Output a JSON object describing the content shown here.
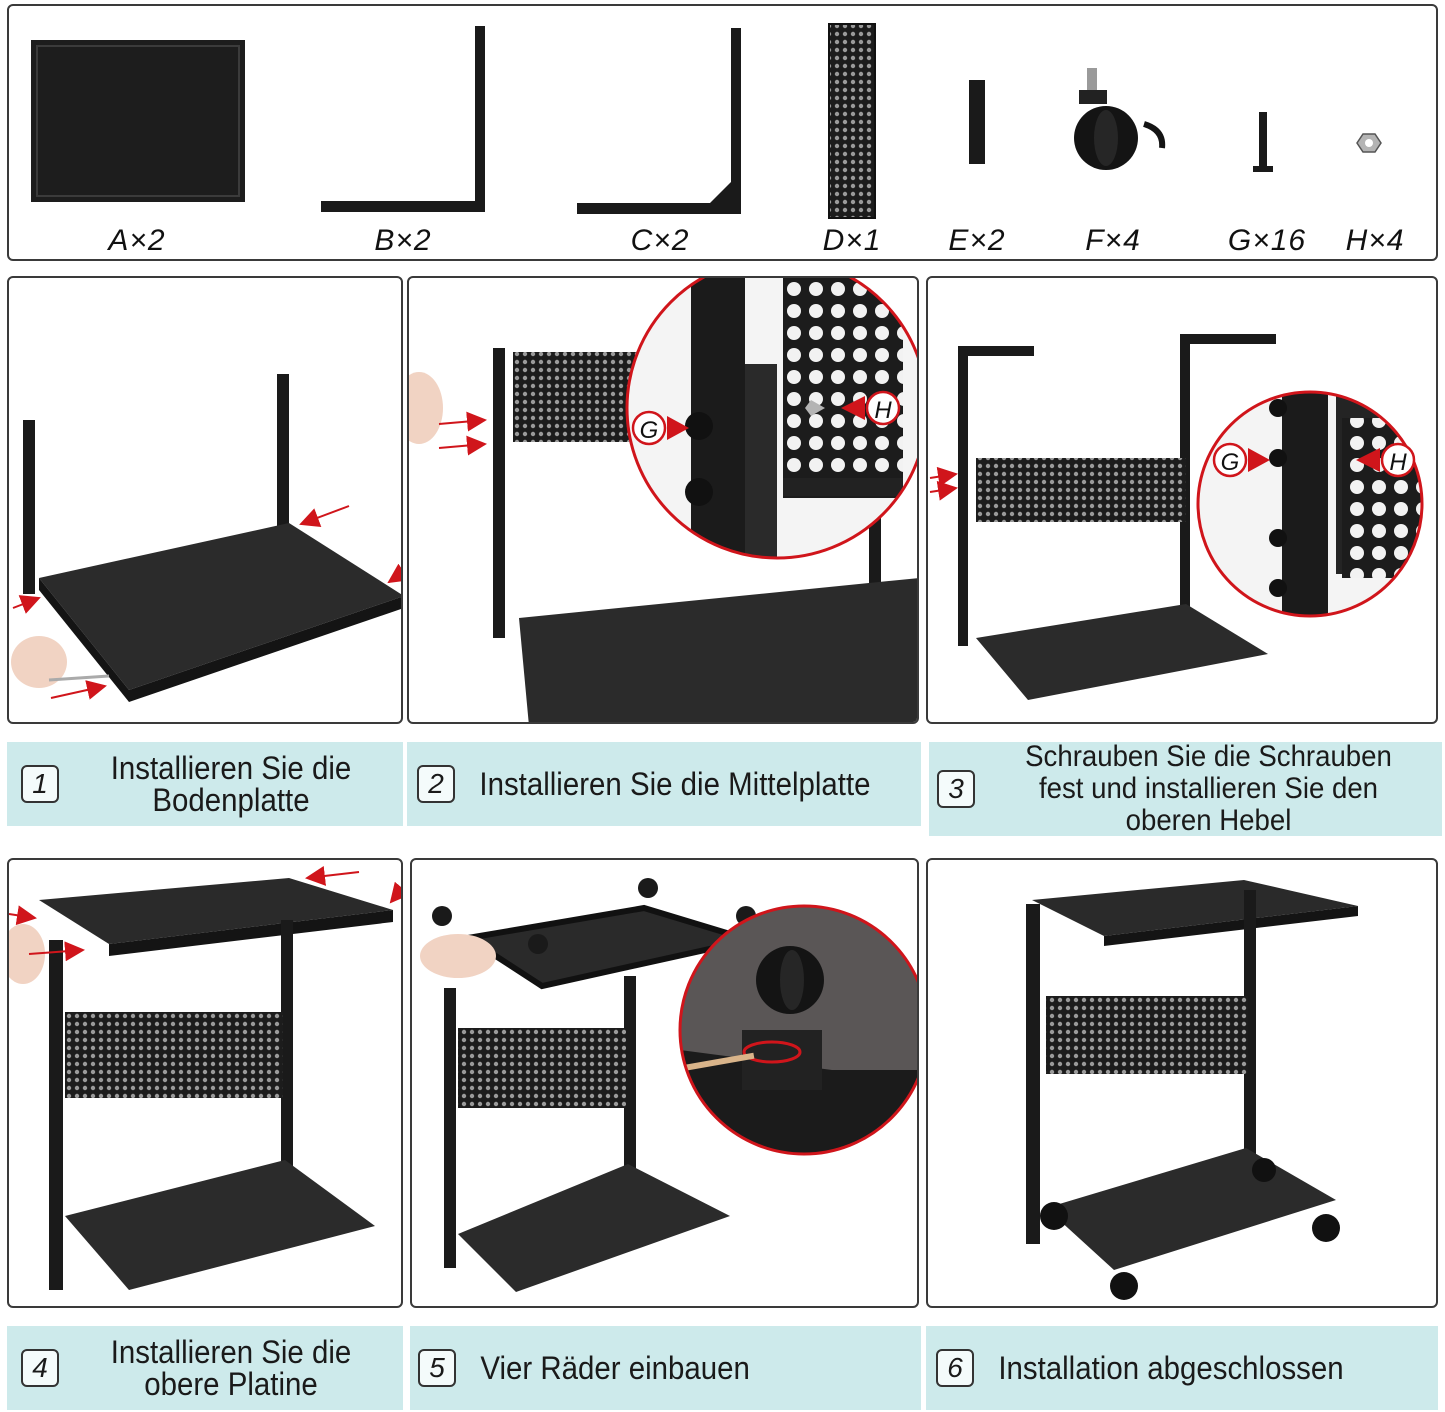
{
  "parts": [
    {
      "id": "A",
      "label": "A×2"
    },
    {
      "id": "B",
      "label": "B×2"
    },
    {
      "id": "C",
      "label": "C×2"
    },
    {
      "id": "D",
      "label": "D×1"
    },
    {
      "id": "E",
      "label": "E×2"
    },
    {
      "id": "F",
      "label": "F×4"
    },
    {
      "id": "G",
      "label": "G×16"
    },
    {
      "id": "H",
      "label": "H×4"
    }
  ],
  "steps": [
    {
      "number": "1",
      "caption_lines": [
        "Installieren Sie die",
        "Bodenplatte"
      ]
    },
    {
      "number": "2",
      "caption_lines": [
        "Installieren Sie die Mittelplatte"
      ]
    },
    {
      "number": "3",
      "caption_lines": [
        "Schrauben Sie die Schrauben",
        "fest und installieren Sie den",
        "oberen Hebel"
      ]
    },
    {
      "number": "4",
      "caption_lines": [
        "Installieren Sie die",
        "obere Platine"
      ]
    },
    {
      "number": "5",
      "caption_lines": [
        "Vier Räder einbauen"
      ]
    },
    {
      "number": "6",
      "caption_lines": [
        "Installation abgeschlossen"
      ]
    }
  ],
  "callouts": {
    "screw": "G",
    "nut": "H"
  },
  "colors": {
    "caption_bg": "#cdeaeb",
    "arrow": "#d0151b",
    "metal": "#1e1e1e"
  }
}
